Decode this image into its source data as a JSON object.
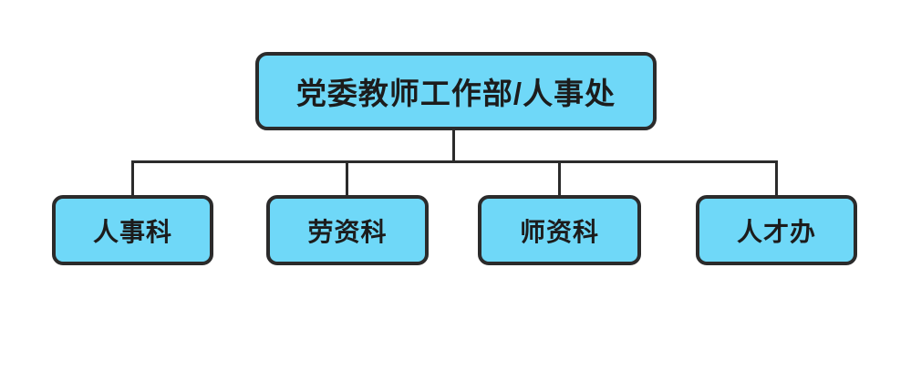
{
  "diagram": {
    "type": "org-chart",
    "nodes": {
      "root": {
        "label": "党委教师工作部/人事处"
      },
      "children": [
        {
          "label": "人事科"
        },
        {
          "label": "劳资科"
        },
        {
          "label": "师资科"
        },
        {
          "label": "人才办"
        }
      ]
    }
  },
  "colors": {
    "box_fill": "#6FD8F8",
    "stroke": "#2B2B2B",
    "text": "#1C1C1C",
    "canvas_bg": "#FFFFFF"
  }
}
